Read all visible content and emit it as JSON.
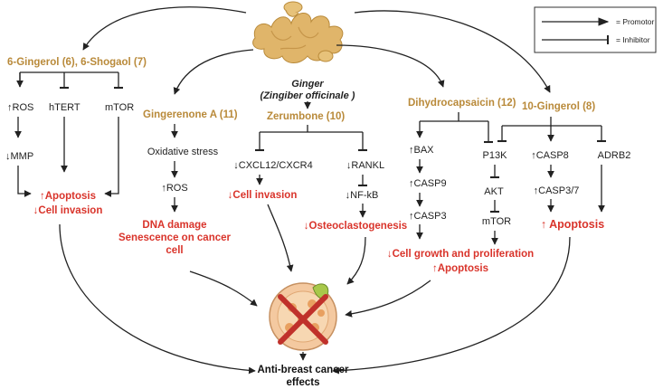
{
  "legend": {
    "promotor": "= Promotor",
    "inhibitor": "= Inhibitor"
  },
  "center": {
    "title": "Ginger",
    "subtitle": "(Zingiber officinale )"
  },
  "compounds": {
    "gingerol6": "6-Gingerol (6), 6-Shogaol (7)",
    "gingerenone": "Gingerenone A (11)",
    "zerumbone": "Zerumbone (10)",
    "dihydro": "Dihydrocapsaicin (12)",
    "gingerol10": "10-Gingerol (8)"
  },
  "col1": {
    "ros": "↑ROS",
    "htert": "hTERT",
    "mtor": "mTOR",
    "mmp": "↓MMP",
    "out1": "↑Apoptosis",
    "out2": "↓Cell invasion"
  },
  "col2": {
    "stress": "Oxidative stress",
    "ros": "↑ROS",
    "out1": "DNA damage",
    "out2": "Senescence on cancer",
    "out3": "cell"
  },
  "col3": {
    "cxcl": "↓CXCL12/CXCR4",
    "out": "↓Cell invasion",
    "rankl": "↓RANKL",
    "nfkb": "↓NF-kB",
    "out2": "↓Osteoclastogenesis"
  },
  "col4": {
    "bax": "↑BAX",
    "casp9": "↑CASP9",
    "casp3": "↑CASP3",
    "p13k": "P13K",
    "akt": "AKT",
    "mtor": "mTOR",
    "out1": "↓Cell growth and proliferation",
    "out2": "↑Apoptosis"
  },
  "col5": {
    "casp8": "↑CASP8",
    "casp37": "↑CASP3/7",
    "adrb2": "ADRB2",
    "out": "↑ Apoptosis"
  },
  "bottom": {
    "line1": "Anti-breast cancer",
    "line2": "effects"
  },
  "colors": {
    "compound": "#b98a3a",
    "outcome": "#d9342b",
    "ginger": "#e0b56a",
    "breast": "#f4c9a0"
  }
}
